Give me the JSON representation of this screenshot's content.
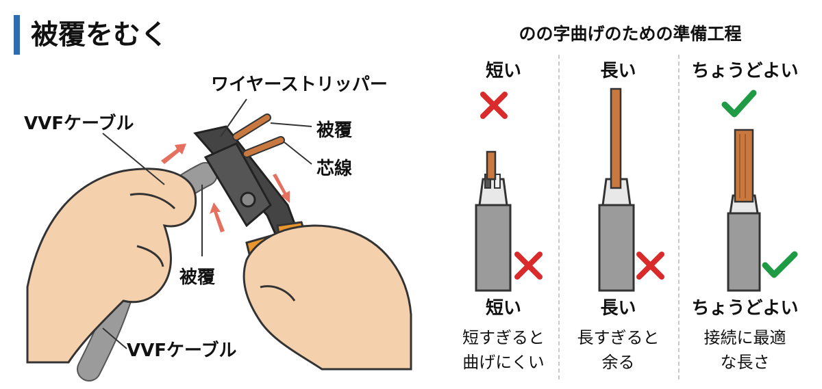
{
  "left": {
    "title": "被覆をむく",
    "labels": {
      "stripper": "ワイヤーストリッパー",
      "cable_top": "VVFケーブル",
      "sheath_right": "被覆",
      "core": "芯線",
      "sheath_bottom": "被覆",
      "cable_bottom": "VVFケーブル"
    }
  },
  "right": {
    "title": "のの字曲げのための準備工程",
    "columns": [
      {
        "head": "短い",
        "result": "ng",
        "bottom_head": "短い",
        "caption_line1": "短すぎると",
        "caption_line2": "曲げにくい"
      },
      {
        "head": "長い",
        "result": "ng",
        "bottom_head": "長い",
        "caption_line1": "長すぎると",
        "caption_line2": "余る"
      },
      {
        "head": "ちょうどよい",
        "result": "ok",
        "bottom_head": "ちょうどよい",
        "caption_line1": "接続に最適",
        "caption_line2": "な長さ"
      }
    ]
  },
  "colors": {
    "accent": "#2e6bb0",
    "ng_mark": "#d92b2b",
    "ok_mark": "#1f9a45",
    "copper": "#c9793f",
    "cable_gray": "#9b9b9b"
  }
}
